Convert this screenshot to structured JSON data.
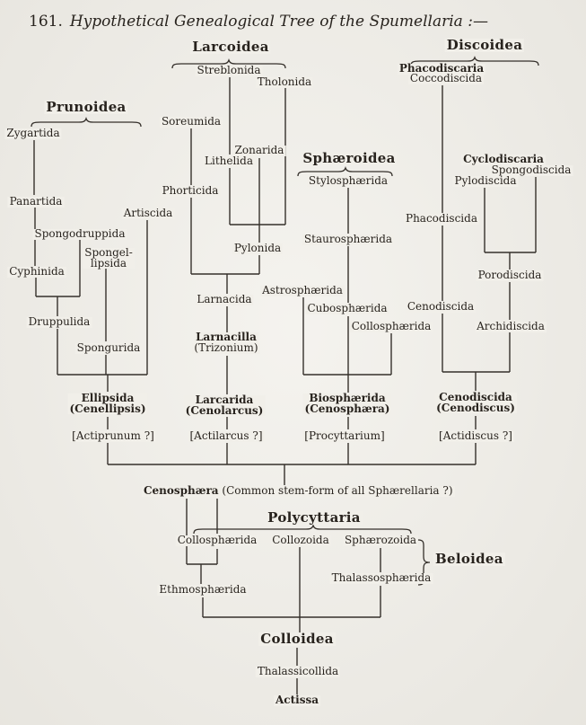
{
  "page": {
    "background": "#f1efe9",
    "ink": "#28231e",
    "line_color": "#35302b"
  },
  "title": {
    "number": "161.",
    "text": "Hypothetical Genealogical Tree of the Spumellaria :—"
  },
  "labels": {
    "prunoidea": "Prunoidea",
    "larcoidea": "Larcoidea",
    "discoidea": "Discoidea",
    "sphaeroidea": "Sphæroidea",
    "zygartida": "Zygartida",
    "panartida": "Panartida",
    "artiscida": "Artiscida",
    "spongodruppida": "Spongodruppida",
    "spongellipsida": "Spongel-\nlipsida",
    "cyphinida": "Cyphinida",
    "druppulida": "Druppulida",
    "spongurida": "Spongurida",
    "ellipsida": "Ellipsida\n(Cenellipsis)",
    "actiprunum": "[Actiprunum ?]",
    "streblonida": "Streblonida",
    "tholonida": "Tholonida",
    "soreumida": "Soreumida",
    "zonarida": "Zonarida",
    "lithelida": "Lithelida",
    "phorticida": "Phorticida",
    "pylonida": "Pylonida",
    "larnacida": "Larnacida",
    "larnacilla": "Larnacilla",
    "trizonium": "(Trizonium)",
    "larcarida": "Larcarida\n(Cenolarcus)",
    "actilarcus": "[Actilarcus ?]",
    "stylosphaerida": "Stylosphærida",
    "staurosphaerida": "Staurosphærida",
    "astrosphaerida": "Astrosphærida",
    "cubosphaerida": "Cubosphærida",
    "collosphaerida_s": "Collosphærida",
    "biosphaerida": "Biosphærida\n(Cenosphæra)",
    "procyttarium": "[Procyttarium]",
    "phacodiscaria": "Phacodiscaria",
    "coccodiscida": "Coccodiscida",
    "cyclodiscaria": "Cyclodiscaria",
    "spongodiscida": "Spongodiscida",
    "pylodiscida": "Pylodiscida",
    "phacodiscida": "Phacodiscida",
    "porodiscida": "Porodiscida",
    "cenodiscida": "Cenodiscida",
    "archidiscida": "Archidiscida",
    "cenodiscus": "Cenodiscida\n(Cenodiscus)",
    "actidiscus": "[Actidiscus ?]",
    "cenosphaera": "Cenosphæra",
    "cenosphaera_note": "(Common stem-form of all Sphærellaria ?)",
    "polycyttaria": "Polycyttaria",
    "collosphaerida_p": "Collosphærida",
    "collozoida": "Collozoida",
    "sphaerozoida": "Sphærozoida",
    "beloidea": "Beloidea",
    "thalassosphaerida": "Thalassosphærida",
    "ethmosphaerida": "Ethmosphærida",
    "colloidea": "Colloidea",
    "thalassicollida": "Thalassicollida",
    "actissa": "Actissa"
  }
}
